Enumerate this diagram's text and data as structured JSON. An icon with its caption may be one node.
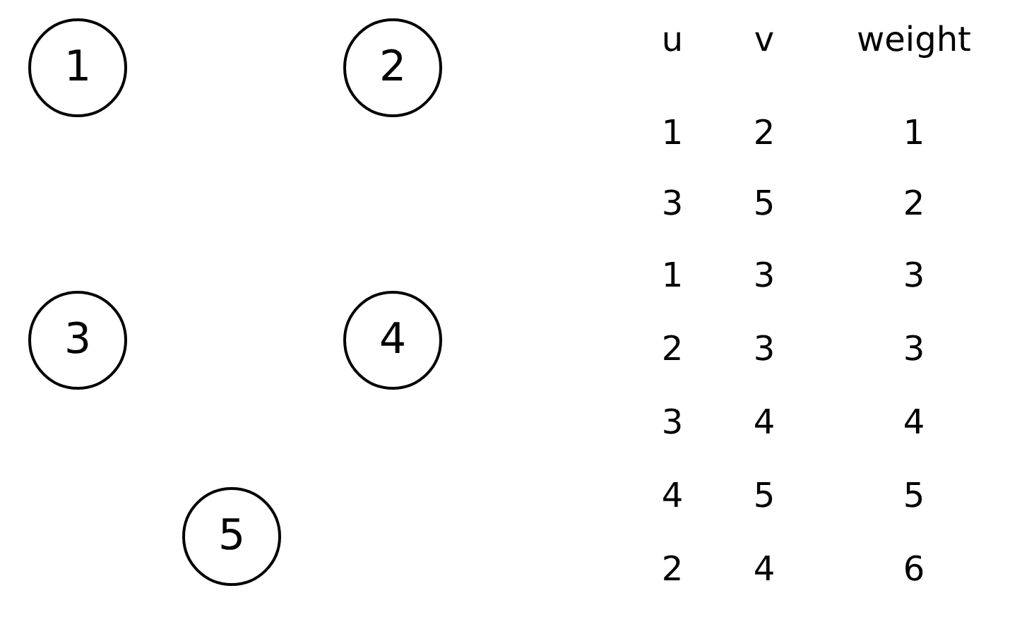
{
  "diagram": {
    "nodes": [
      {
        "text": [
          "1"
        ]
      },
      {
        "text": [
          "2"
        ]
      },
      {
        "text": [
          "3"
        ]
      },
      {
        "text": [
          "4"
        ]
      },
      {
        "text": [
          "5"
        ]
      }
    ],
    "labels": [
      "u",
      "v",
      "weight",
      "1",
      "2",
      "1",
      "3",
      "5",
      "2",
      "1",
      "3",
      "3",
      "2",
      "3",
      "3",
      "3",
      "4",
      "4",
      "4",
      "5",
      "5",
      "2",
      "4",
      "6"
    ]
  }
}
